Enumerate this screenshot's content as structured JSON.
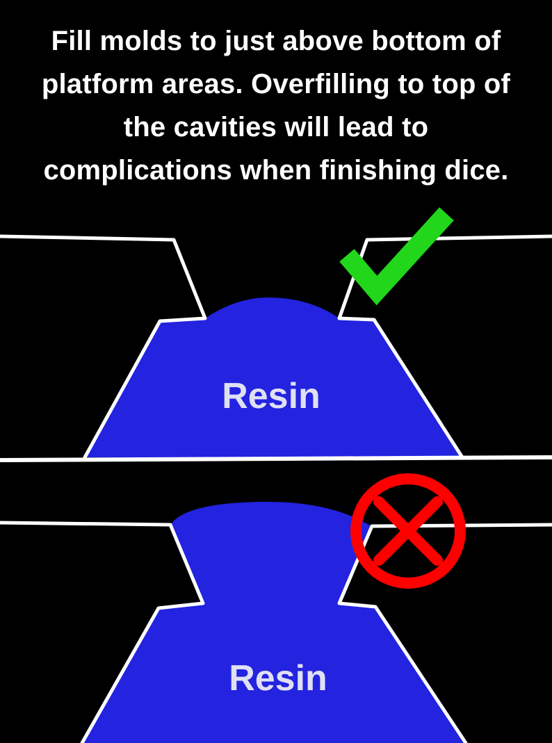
{
  "instruction": {
    "lines": [
      "Fill molds to just above bottom of",
      "platform areas. Overfilling to top of",
      "the cavities will lead to",
      "complications when finishing dice."
    ]
  },
  "panels": [
    {
      "status": "correct",
      "resin_label": "Resin",
      "marker_icon": "green-check-icon"
    },
    {
      "status": "incorrect",
      "resin_label": "Resin",
      "marker_icon": "red-x-circle-icon"
    }
  ],
  "colors": {
    "background": "#000000",
    "resin": "#2323e0",
    "outline": "#ffffff",
    "check": "#22d61b",
    "cross": "#ff0000"
  }
}
